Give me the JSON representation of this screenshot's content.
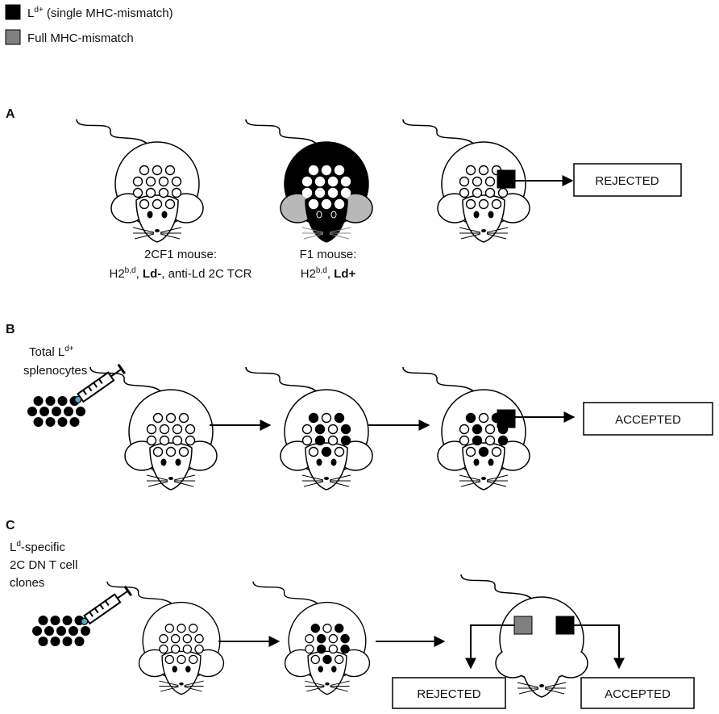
{
  "legend": [
    {
      "base": "L",
      "sup": "d+",
      "rest": " (single MHC-mismatch)",
      "color": "#000000"
    },
    {
      "base": "Full MHC-mismatch",
      "sup": "",
      "rest": "",
      "color": "#808080"
    }
  ],
  "panel_a": {
    "label": "A",
    "mouse1_caption": {
      "line1": "2CF1 mouse:",
      "line2_pre": "H2",
      "line2_sup": "b,d",
      "line2_mid": ", ",
      "line2_bold": "Ld-",
      "line2_post": ", anti-Ld 2C TCR"
    },
    "mouse2_caption": {
      "line1": "F1 mouse:",
      "line2_pre": "H2",
      "line2_sup": "b,d",
      "line2_mid": ", ",
      "line2_bold": "Ld+"
    },
    "outcome": "REJECTED"
  },
  "panel_b": {
    "label": "B",
    "injection": {
      "line1_pre": "Total L",
      "line1_sup": "d+",
      "line2": "splenocytes"
    },
    "outcome": "ACCEPTED"
  },
  "panel_c": {
    "label": "C",
    "injection": {
      "line1_pre": "L",
      "line1_sup": "d",
      "line1_post": "-specific",
      "line2": "2C DN T cell",
      "line3": "clones"
    },
    "outcome_left": "REJECTED",
    "outcome_right": "ACCEPTED"
  },
  "colors": {
    "black": "#000000",
    "gray_ear": "#b8b8b8",
    "gray_graft": "#808080"
  }
}
